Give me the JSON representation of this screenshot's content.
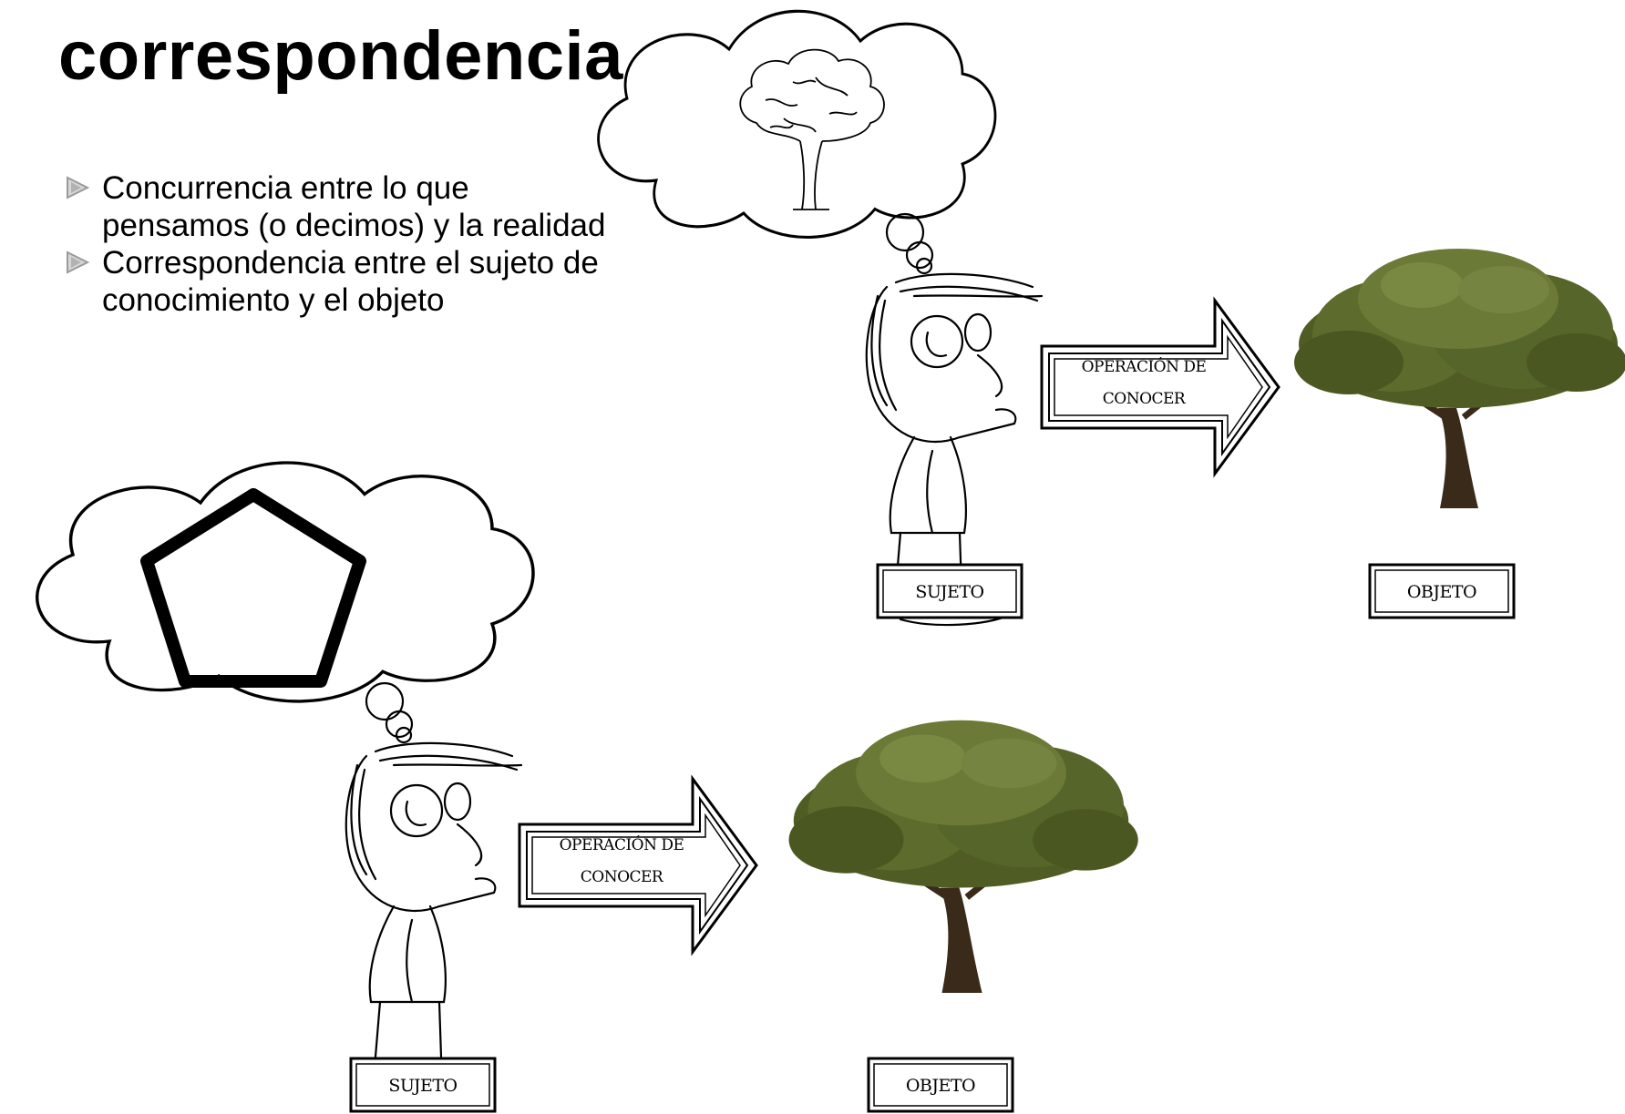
{
  "slide": {
    "title": "correspondencia",
    "bullets": [
      "Concurrencia entre lo que\npensamos (o decimos) y la realidad",
      "Correspondencia entre el sujeto de\nconocimiento y el objeto"
    ]
  },
  "scene_top": {
    "thought": "tree-sketch",
    "arrow_line1": "OPERACIÓN DE",
    "arrow_line2": "CONOCER",
    "subject_label": "SUJETO",
    "object_label": "OBJETO"
  },
  "scene_bottom": {
    "thought": "pentagon",
    "arrow_line1": "OPERACIÓN DE",
    "arrow_line2": "CONOCER",
    "subject_label": "SUJETO",
    "object_label": "OBJETO"
  },
  "colors": {
    "text": "#000000",
    "bullet": "#9a9a9a",
    "foliage": "#5d6b2c",
    "trunk": "#3a2a1a"
  }
}
